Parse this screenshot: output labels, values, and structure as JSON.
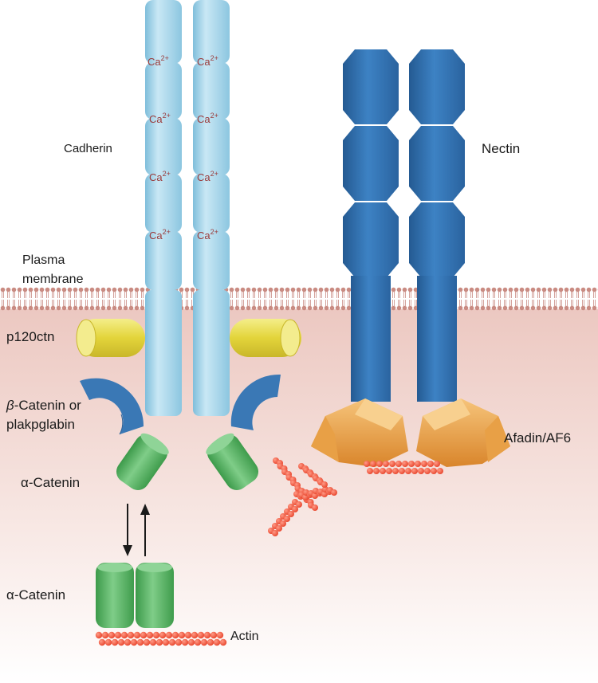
{
  "labels": {
    "cadherin": "Cadherin",
    "nectin": "Nectin",
    "plasma_membrane_line1": "Plasma",
    "plasma_membrane_line2": "membrane",
    "p120ctn": "p120ctn",
    "beta_catenin_symbol": "β",
    "beta_catenin_line1": "-Catenin or",
    "beta_catenin_line2": "plakpglabin",
    "alpha_catenin_upper": "α-Catenin",
    "alpha_catenin_lower": "α-Catenin",
    "afadin": "Afadin/AF6",
    "actin": "Actin"
  },
  "calcium": {
    "symbol": "Ca",
    "charge": "2+"
  },
  "colors": {
    "cadherin": "#a9d6ea",
    "nectin": "#2f6fae",
    "p120ctn": "#e8de4a",
    "beta_catenin": "#3a78b5",
    "alpha_catenin": "#4fae5c",
    "afadin": "#e89e3c",
    "actin": "#f0553b",
    "membrane": "#c98b82",
    "cytoplasm": "#f6e3df"
  }
}
